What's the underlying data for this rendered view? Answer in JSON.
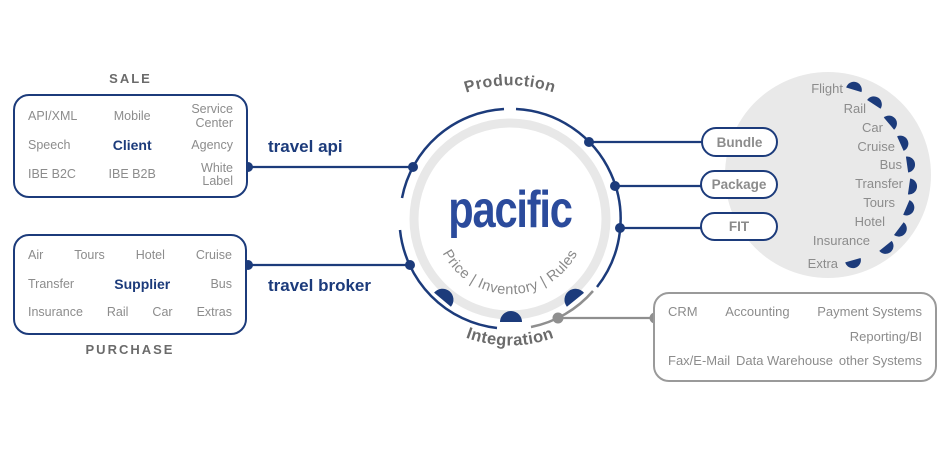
{
  "colors": {
    "navy": "#1c3b7b",
    "brand_blue": "#2b4b9c",
    "gray_text": "#8c8c8c",
    "gray_dark": "#6b6b6b",
    "light_gray": "#e9e9e9",
    "gray_line": "#8f8f8f"
  },
  "sale_box": {
    "label": "SALE",
    "items": [
      "API/XML",
      "Mobile",
      "Service Center",
      "Speech",
      "Client",
      "Agency",
      "IBE B2C",
      "IBE B2B",
      "White Label"
    ]
  },
  "purchase_box": {
    "label": "PURCHASE",
    "rows": [
      [
        "Air",
        "Tours",
        "Hotel",
        "Cruise"
      ],
      [
        "Transfer",
        "Supplier",
        "Bus"
      ],
      [
        "Insurance",
        "Rail",
        "Car",
        "Extras"
      ]
    ]
  },
  "connectors": {
    "api_label": "travel api",
    "broker_label": "travel broker"
  },
  "hub": {
    "name": "pacific",
    "production_label": "Production",
    "inner_label": "Price | Inventory | Rules",
    "integration_label": "Integration"
  },
  "outputs": {
    "items": [
      "Bundle",
      "Package",
      "FIT"
    ]
  },
  "supply_circle": {
    "items": [
      "Flight",
      "Rail",
      "Car",
      "Cruise",
      "Bus",
      "Transfer",
      "Tours",
      "Hotel",
      "Insurance",
      "Extra"
    ]
  },
  "integration_box": {
    "rows": [
      [
        "CRM",
        "Accounting",
        "Payment Systems"
      ],
      [
        "Reporting/BI"
      ],
      [
        "Fax/E-Mail",
        "Data Warehouse",
        "other Systems"
      ]
    ]
  }
}
